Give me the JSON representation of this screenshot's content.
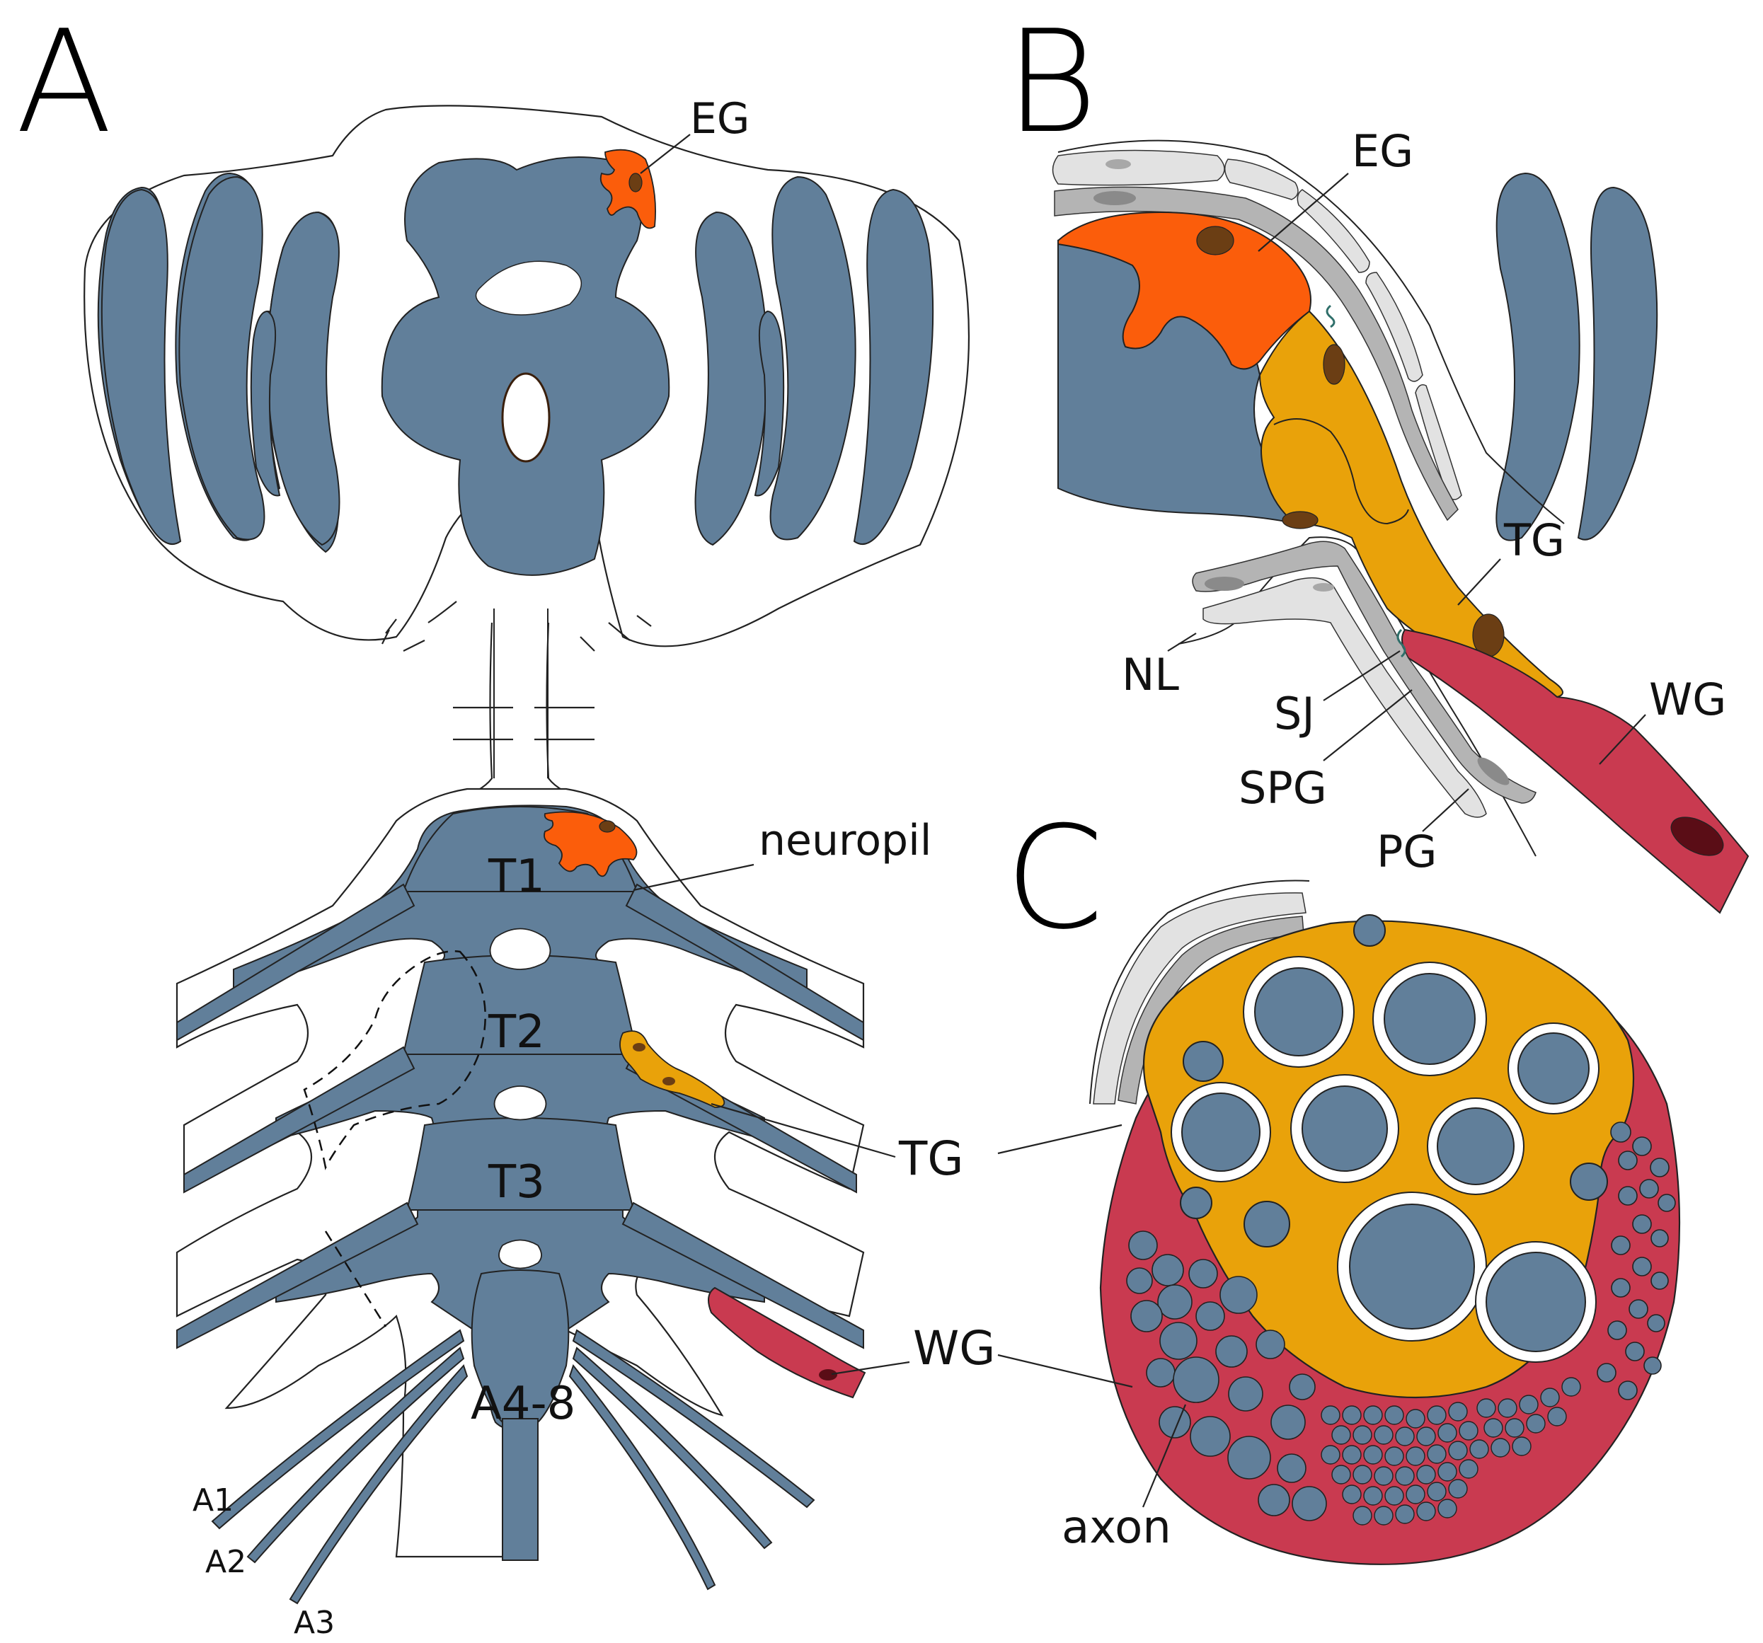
{
  "colors": {
    "neuropil": "#617f9a",
    "ensheathing_glia": "#fb5d0b",
    "tract_glia": "#e9a20a",
    "wrapping_glia": "#c93a50",
    "nucleus": "#6b3e14",
    "wg_nucleus": "#5a0d16",
    "subperineurial": "#b4b4b4",
    "perineurial": "#e2e2e2",
    "outline": "#222222"
  },
  "panels": {
    "a": "A",
    "b": "B",
    "c": "C"
  },
  "panel_a": {
    "eg": "EG",
    "neuropil": "neuropil",
    "t1": "T1",
    "t2": "T2",
    "t3": "T3",
    "a48": "A4-8",
    "tg": "TG",
    "wg": "WG",
    "a1": "A1",
    "a2": "A2",
    "a3": "A3"
  },
  "panel_b": {
    "eg": "EG",
    "tg": "TG",
    "wg": "WG",
    "nl": "NL",
    "sj": "SJ",
    "spg": "SPG",
    "pg": "PG"
  },
  "panel_c": {
    "axon": "axon"
  }
}
